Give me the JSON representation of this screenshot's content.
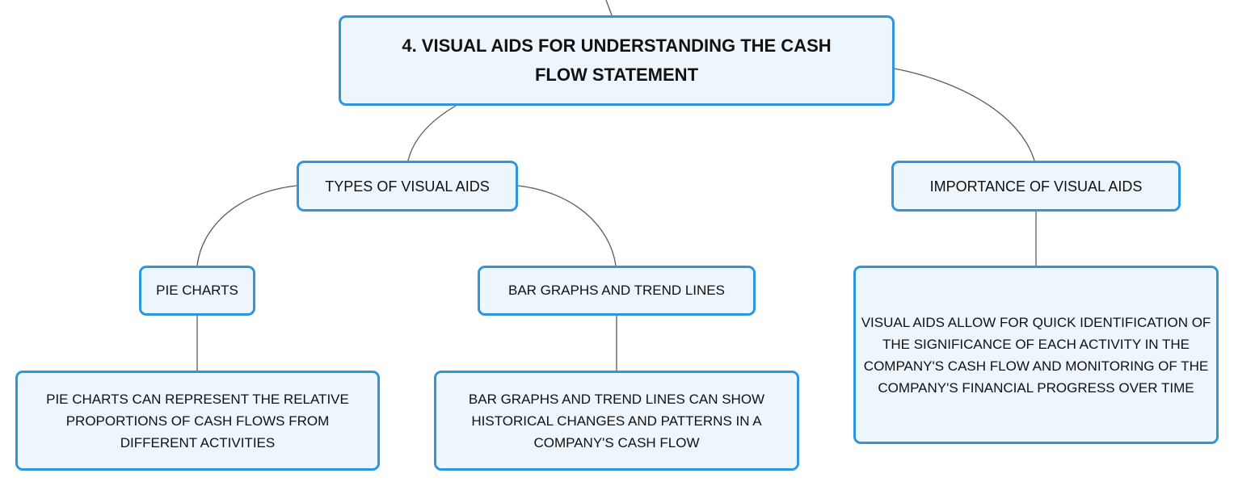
{
  "root": {
    "label": "4. VISUAL AIDS FOR UNDERSTANDING THE CASH FLOW STATEMENT"
  },
  "topics": {
    "types": {
      "label": "TYPES OF VISUAL AIDS",
      "children": {
        "pie": {
          "label": "PIE CHARTS",
          "detail": "PIE CHARTS CAN REPRESENT THE RELATIVE PROPORTIONS OF CASH FLOWS FROM DIFFERENT ACTIVITIES"
        },
        "bar": {
          "label": "BAR GRAPHS AND TREND LINES",
          "detail": "BAR GRAPHS AND TREND LINES CAN SHOW HISTORICAL CHANGES AND PATTERNS IN A COMPANY'S CASH FLOW"
        }
      }
    },
    "importance": {
      "label": "IMPORTANCE OF VISUAL AIDS",
      "detail": "VISUAL AIDS ALLOW FOR QUICK IDENTIFICATION OF THE SIGNIFICANCE OF EACH ACTIVITY IN THE COMPANY'S CASH FLOW AND MONITORING OF THE COMPANY'S FINANCIAL PROGRESS OVER TIME"
    }
  },
  "colors": {
    "node_border": "#2f95dc",
    "node_fill": "#eef6fd",
    "connector": "#5a5a5a",
    "text": "#111111"
  }
}
